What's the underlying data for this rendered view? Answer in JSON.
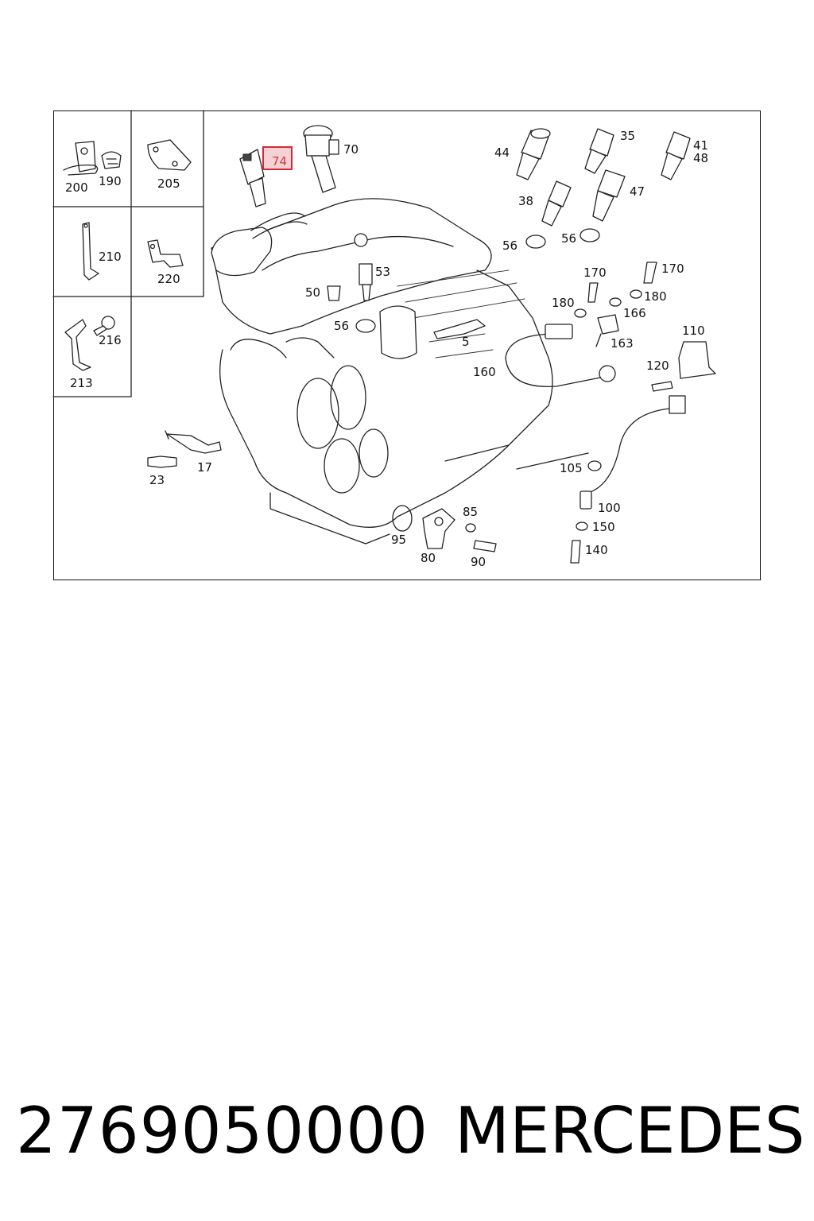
{
  "diagram": {
    "highlighted_callout": "74",
    "highlight_color": "#d12a35",
    "callouts": {
      "c200": "200",
      "c190": "190",
      "c205": "205",
      "c210": "210",
      "c220": "220",
      "c216": "216",
      "c213": "213",
      "c74": "74",
      "c70": "70",
      "c44": "44",
      "c35": "35",
      "c41": "41",
      "c48": "48",
      "c38": "38",
      "c47": "47",
      "c56a": "56",
      "c56b": "56",
      "c56c": "56",
      "c53": "53",
      "c50": "50",
      "c5": "5",
      "c170a": "170",
      "c170b": "170",
      "c180a": "180",
      "c180b": "180",
      "c166": "166",
      "c163": "163",
      "c110": "110",
      "c160": "160",
      "c120": "120",
      "c105": "105",
      "c100": "100",
      "c150": "150",
      "c140": "140",
      "c85": "85",
      "c95": "95",
      "c80": "80",
      "c90": "90",
      "c23": "23",
      "c17": "17"
    }
  },
  "footer": {
    "part_number": "2769050000",
    "brand": "MERCEDES"
  }
}
